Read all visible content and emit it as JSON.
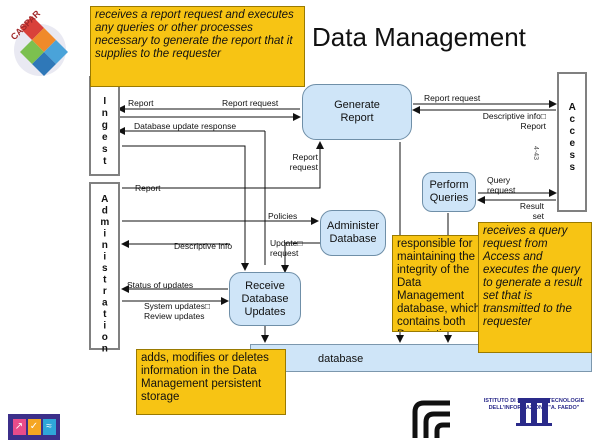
{
  "slide": {
    "title": "Data Management",
    "logo_text": "CASPAR",
    "page_label": "4-43"
  },
  "entities": {
    "ingest": "Ingest",
    "access": "Access",
    "administration": "Administration"
  },
  "processes": {
    "generate_report": "Generate Report",
    "administer_database": "Administer Database",
    "perform_queries": "Perform Queries",
    "receive_database_updates": "Receive Database Updates"
  },
  "storage": {
    "database": "database"
  },
  "flows": {
    "report_ingest": "Report",
    "report_request_ingest": "Report request",
    "database_update_response": "Database update response",
    "report_request_admin": "Report request",
    "report_admin": "Report",
    "report_request_access": "Report request",
    "descriptive_info_report": "Descriptive info□ Report",
    "query_request": "Query request",
    "result_set": "Result set",
    "policies": "Policies",
    "update_request": "Update□ request",
    "descriptive_info": "Descriptive info",
    "status_of_updates": "Status of updates",
    "system_updates": "System updates□",
    "review_updates": "Review updates"
  },
  "callouts": {
    "top": "receives a report request and executes any queries or other processes necessary to generate the report that it supplies to the requester",
    "bottom": "adds, modifies or deletes information in the Data Management persistent storage",
    "middle": "responsible for maintaining the integrity of the Data Management database, which contains both Descriptive Information and system information",
    "right": "receives a query request from Access and executes the query to generate a result set that is transmitted to the requester"
  },
  "footer": {
    "institute": "ISTITUTO DI SCIENZA E TECNOLOGIE DELL'INFORMAZIONE \"A. FAEDO\""
  },
  "colors": {
    "callout": "#f7c414",
    "process_fill": "#cfe5f8",
    "entity_border": "#808080"
  }
}
